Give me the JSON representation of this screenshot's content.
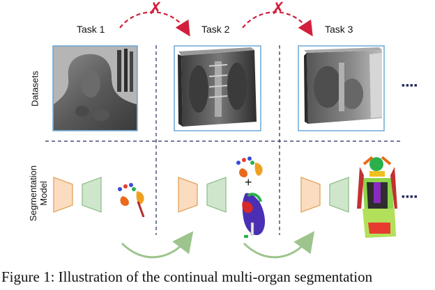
{
  "tasks": [
    "Task 1",
    "Task 2",
    "Task 3"
  ],
  "rows": {
    "datasets": "Datasets",
    "model_line1": "Segmentation",
    "model_line2": "Model"
  },
  "plus_sign": "+",
  "forbidden_mark": "✗",
  "continuation": "▪▪▪▪",
  "caption": "Figure 1: Illustration of the continual multi-organ segmentation",
  "colors": {
    "encoder_fill": "#fbdcc0",
    "encoder_stroke": "#e2a35c",
    "decoder_fill": "#cfe6cc",
    "decoder_stroke": "#8fbf8c",
    "red_arrow": "#d21f3c",
    "green_arrow": "#9cc48c",
    "divider": "#1f2a5a",
    "image_border": "#6aa9d8"
  },
  "icons": [
    "ct-slice-head-icon",
    "ct-volume-chest-icon",
    "ct-volume-abdomen-icon",
    "organ-mask-icon"
  ]
}
